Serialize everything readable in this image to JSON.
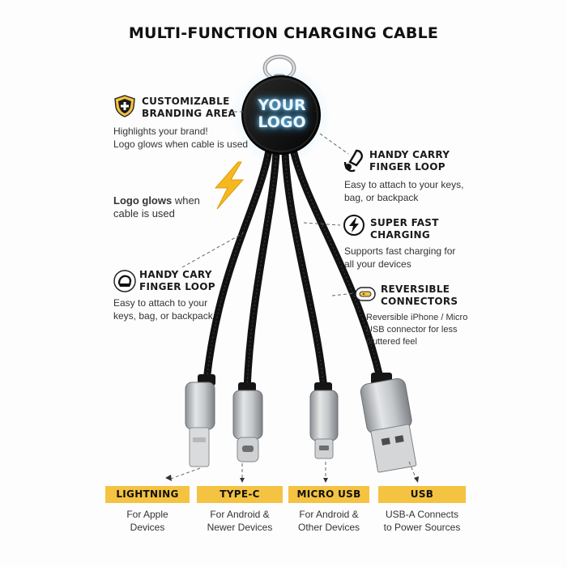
{
  "title": "MULTI-FUNCTION CHARGING CABLE",
  "logo": {
    "line1": "YOUR",
    "line2": "LOGO"
  },
  "features": {
    "branding": {
      "title_1": "CUSTOMIZABLE",
      "title_2": "BRANDING AREA",
      "desc_1": "Highlights your brand!",
      "desc_2": "Logo glows when cable is used"
    },
    "glow": {
      "bold": "Logo glows",
      "rest_1": " when",
      "rest_2": "cable is used"
    },
    "loop_left": {
      "title_1": "HANDY CARY",
      "title_2": "FINGER LOOP",
      "desc_1": "Easy to attach to your",
      "desc_2": "keys, bag, or backpack"
    },
    "loop_right": {
      "title_1": "HANDY CARRY",
      "title_2": "FINGER LOOP",
      "desc_1": "Easy to attach to your keys,",
      "desc_2": "bag, or backpack"
    },
    "fast": {
      "title_1": "SUPER FAST",
      "title_2": "CHARGING",
      "desc_1": "Supports fast charging for",
      "desc_2": "all your devices"
    },
    "reversible": {
      "title_1": "REVERSIBLE",
      "title_2": "CONNECTORS",
      "desc_1": "Reversible iPhone / Micro",
      "desc_2": "USB connector for less",
      "desc_3": "cluttered feel"
    }
  },
  "connectors": [
    {
      "label": "LIGHTNING",
      "desc_1": "For Apple",
      "desc_2": "Devices"
    },
    {
      "label": "TYPE-C",
      "desc_1": "For Android &",
      "desc_2": "Newer Devices"
    },
    {
      "label": "MICRO USB",
      "desc_1": "For Android &",
      "desc_2": "Other Devices"
    },
    {
      "label": "USB",
      "desc_1": "USB-A Connects",
      "desc_2": "to Power Sources"
    }
  ],
  "colors": {
    "accent": "#f5c342",
    "logo_glow": "#d9f2ff",
    "cable": "#111111",
    "metal": "#b9bcbf"
  },
  "icons": [
    "shield-plus-icon",
    "lightning-bolt-icon",
    "finger-loop-icon",
    "fast-charge-icon",
    "reversible-connector-icon"
  ]
}
